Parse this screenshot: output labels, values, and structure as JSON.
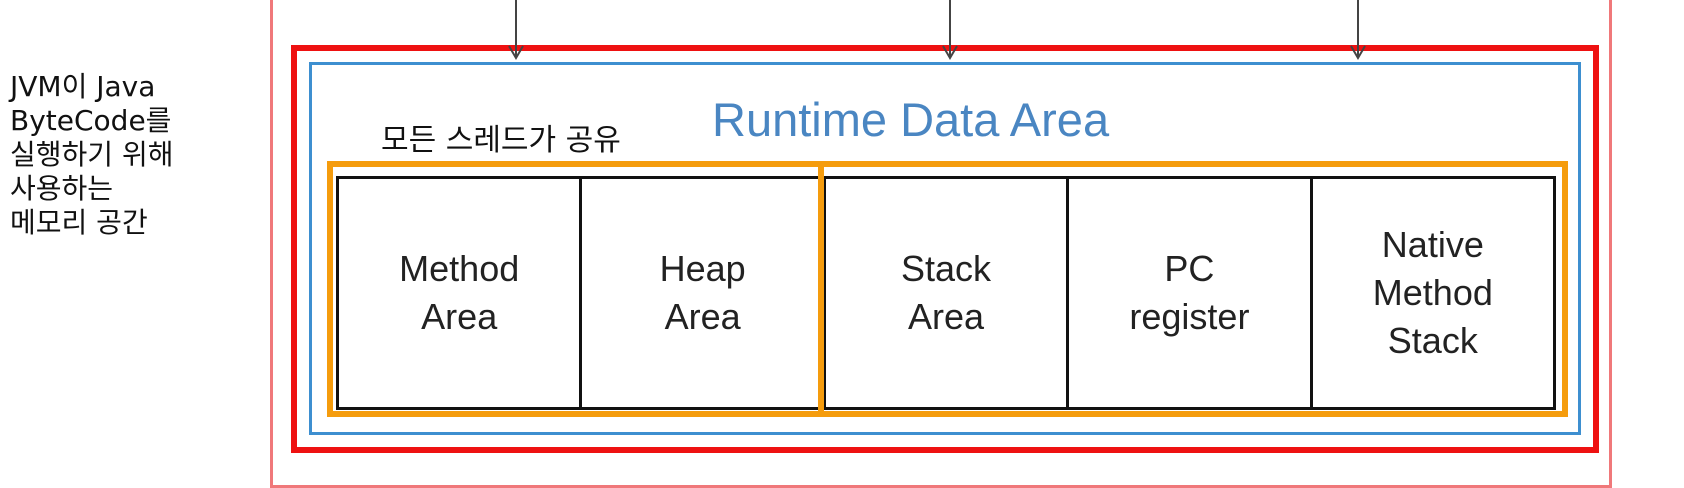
{
  "side_note": {
    "lines": [
      "JVM이 Java",
      "ByteCode를",
      "실행하기 위해",
      "사용하는",
      "메모리 공간"
    ]
  },
  "diagram": {
    "title": "Runtime Data Area",
    "shared_label": "모든 스레드가 공유",
    "areas": [
      {
        "lines": [
          "Method",
          "Area"
        ]
      },
      {
        "lines": [
          "Heap",
          "Area"
        ]
      },
      {
        "lines": [
          "Stack",
          "Area"
        ]
      },
      {
        "lines": [
          "PC",
          "register"
        ]
      },
      {
        "lines": [
          "Native",
          "Method",
          "Stack"
        ]
      }
    ]
  },
  "colors": {
    "outer_frame": "#f0787a",
    "jvm_highlight": "#ee1111",
    "runtime_border": "#3d8fd0",
    "title_text": "#4a86c2",
    "shared_highlight": "#f59c0d"
  }
}
